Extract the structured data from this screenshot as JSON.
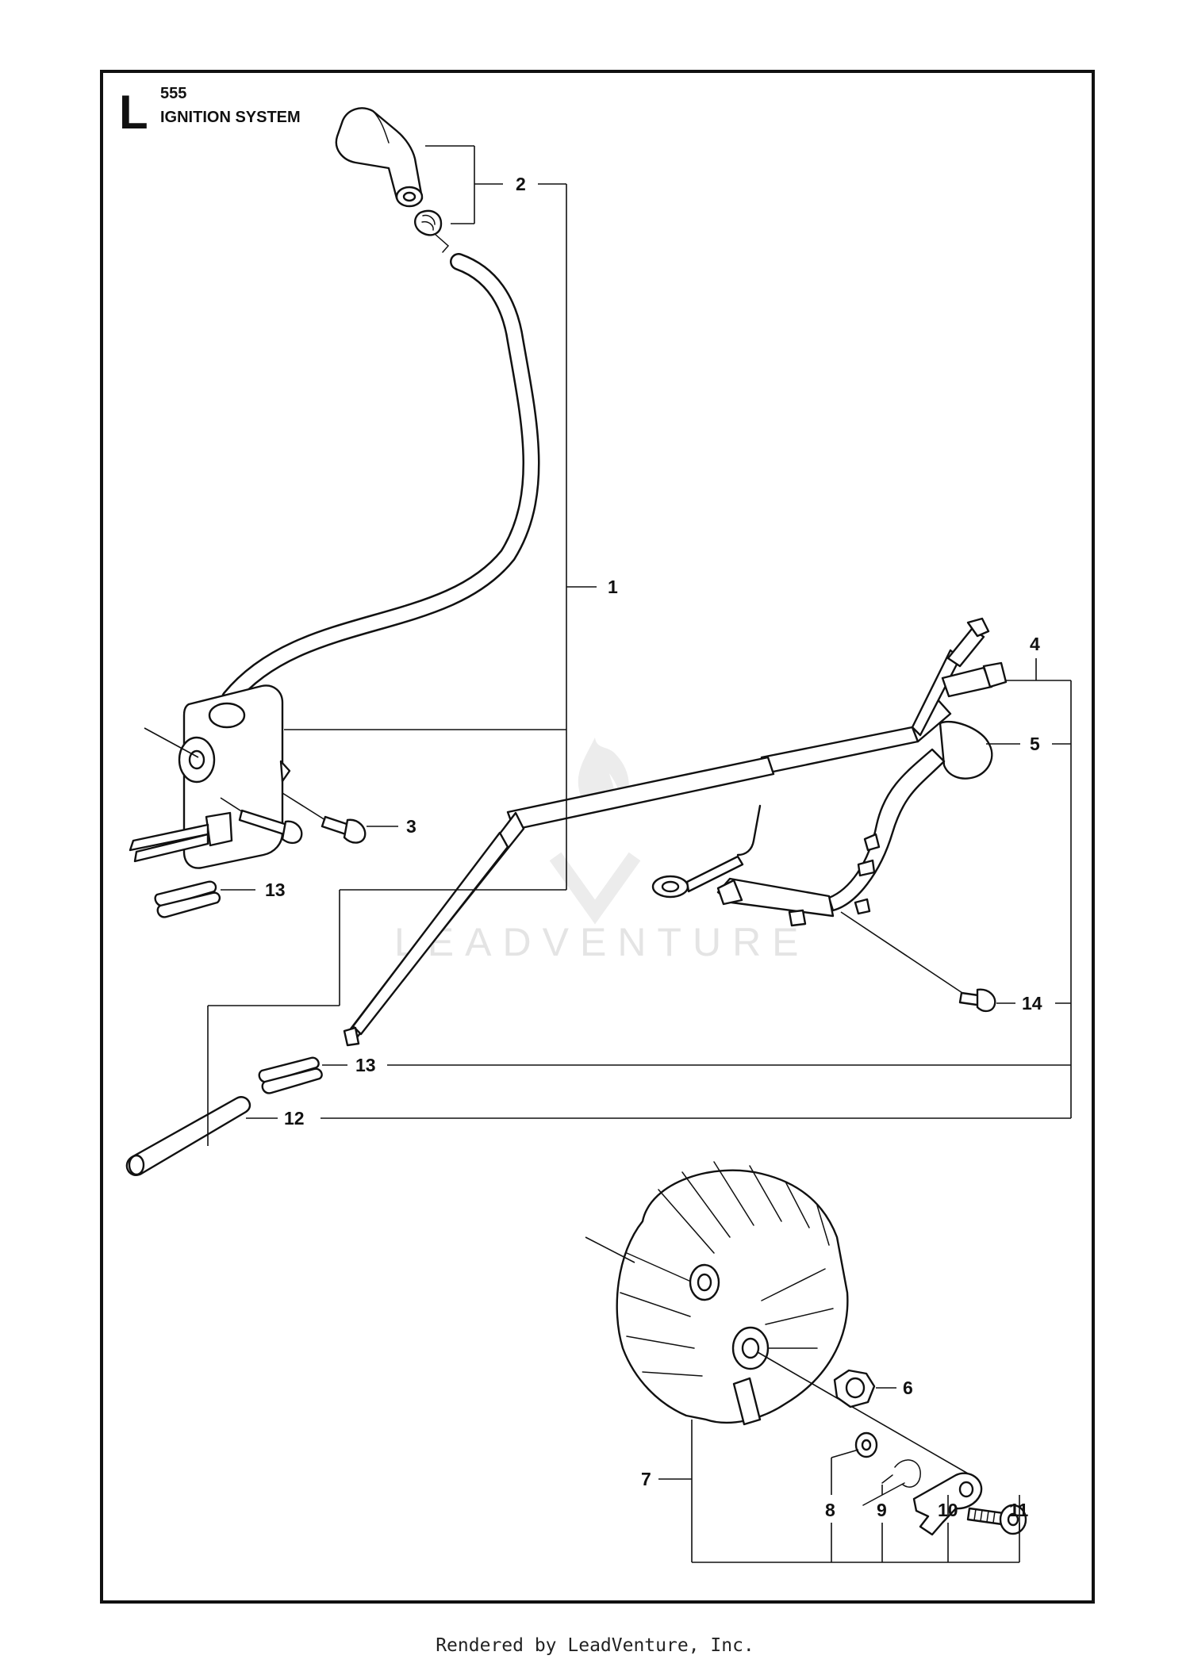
{
  "header": {
    "section_letter": "L",
    "model_number": "555",
    "section_title": "IGNITION SYSTEM"
  },
  "watermark": "LEADVENTURE",
  "footer": "Rendered by LeadVenture, Inc.",
  "callouts": [
    "1",
    "2",
    "3",
    "4",
    "5",
    "6",
    "7",
    "8",
    "9",
    "10",
    "11",
    "12",
    "13",
    "13",
    "14"
  ],
  "colors": {
    "line": "#111111",
    "background": "#ffffff",
    "watermark": "#e4e4e4"
  }
}
